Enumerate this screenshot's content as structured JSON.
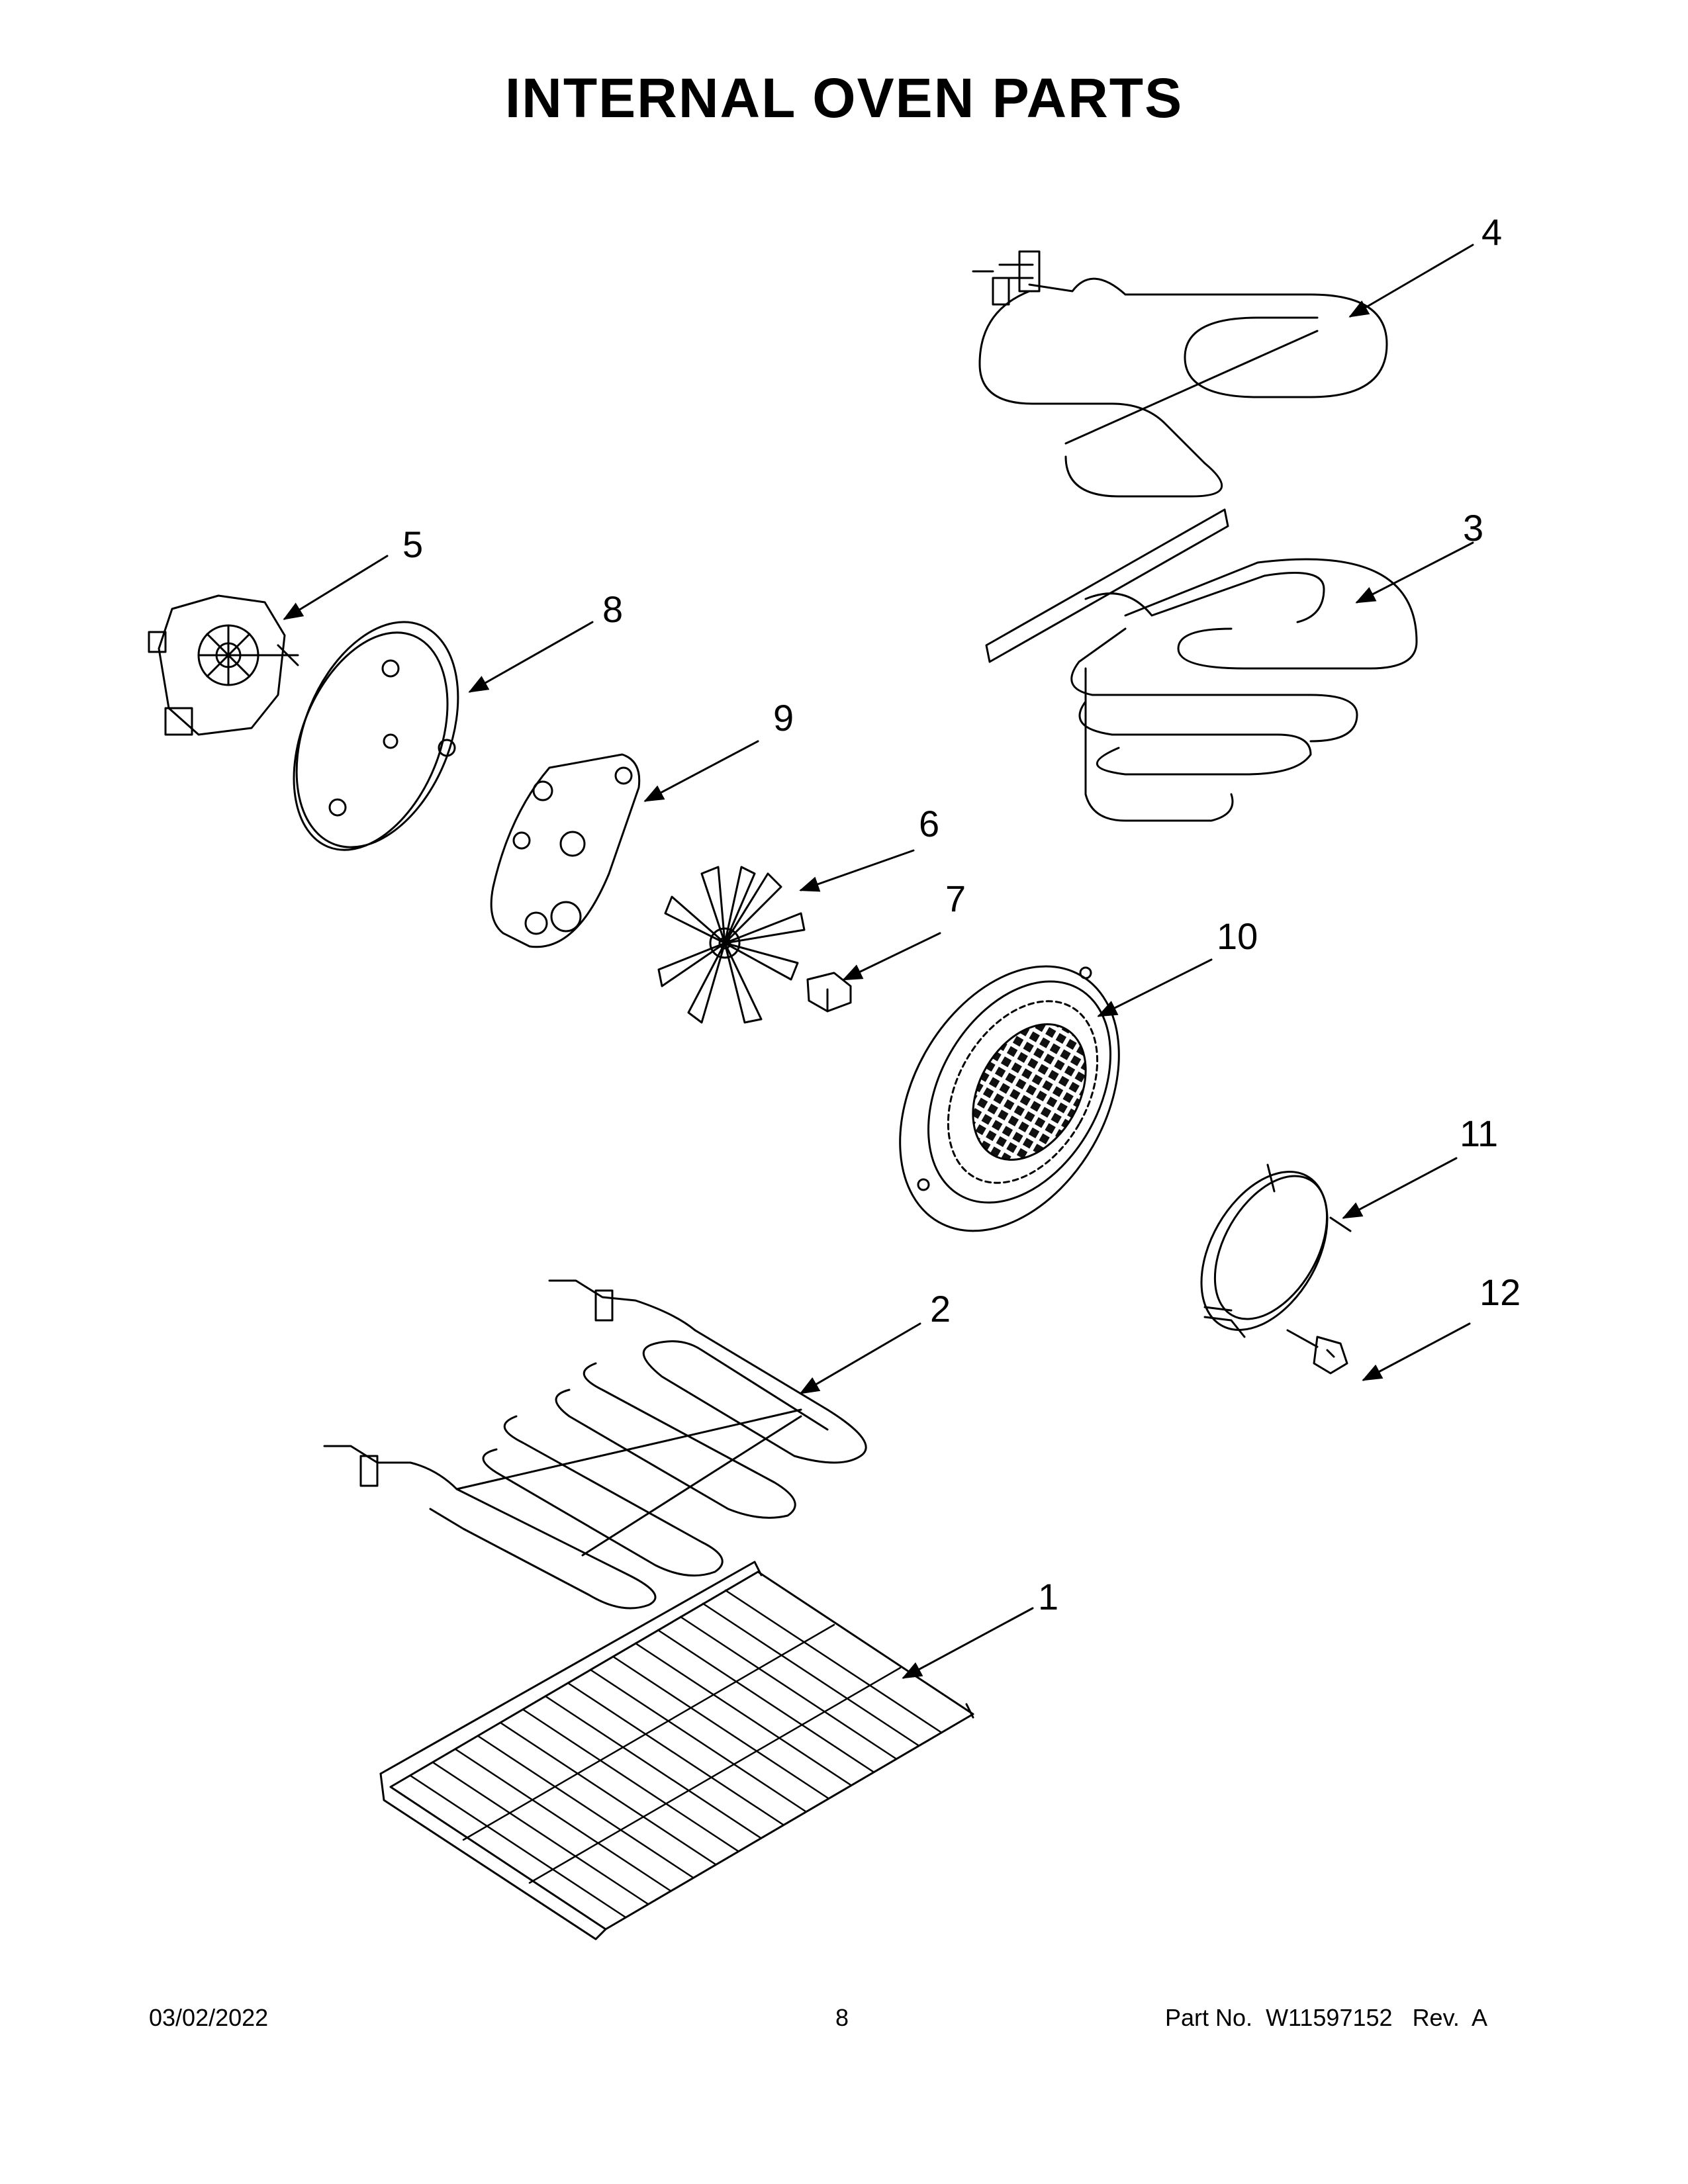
{
  "title": "INTERNAL OVEN PARTS",
  "callouts": [
    "1",
    "2",
    "3",
    "4",
    "5",
    "6",
    "7",
    "8",
    "9",
    "10",
    "11",
    "12"
  ],
  "footer": {
    "date": "03/02/2022",
    "page": "8",
    "part_label": "Part No.",
    "part_number": "W11597152",
    "rev_label": "Rev.",
    "rev": "A"
  }
}
